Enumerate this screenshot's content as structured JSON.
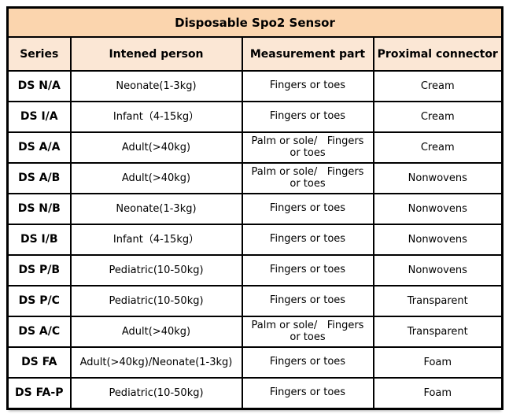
{
  "title": "Disposable Spo2 Sensor",
  "colors": {
    "title_bg": "#FBD5AE",
    "header_bg": "#FBE7D5",
    "row_bg": "#FFFFFF",
    "border": "#000000",
    "text": "#000000"
  },
  "table": {
    "columns": [
      "Series",
      "Intened person",
      "Measurement part",
      "Proximal connector"
    ],
    "rows": [
      {
        "series": "DS N/A",
        "person": "Neonate(1-3kg)",
        "measurement": "Fingers or toes",
        "connector": "Cream"
      },
      {
        "series": "DS I/A",
        "person": "Infant（4-15kg）",
        "measurement": "Fingers or toes",
        "connector": "Cream"
      },
      {
        "series": "DS A/A",
        "person": "Adult(>40kg)",
        "measurement": "Palm or sole/   Fingers\nor toes",
        "connector": "Cream"
      },
      {
        "series": "DS A/B",
        "person": "Adult(>40kg)",
        "measurement": "Palm or sole/   Fingers\nor toes",
        "connector": "Nonwovens"
      },
      {
        "series": "DS N/B",
        "person": "Neonate(1-3kg)",
        "measurement": "Fingers or toes",
        "connector": "Nonwovens"
      },
      {
        "series": "DS I/B",
        "person": "Infant（4-15kg）",
        "measurement": "Fingers or toes",
        "connector": "Nonwovens"
      },
      {
        "series": "DS P/B",
        "person": "Pediatric(10-50kg)",
        "measurement": "Fingers or toes",
        "connector": "Nonwovens"
      },
      {
        "series": "DS P/C",
        "person": "Pediatric(10-50kg)",
        "measurement": "Fingers or toes",
        "connector": "Transparent"
      },
      {
        "series": "DS A/C",
        "person": "Adult(>40kg)",
        "measurement": "Palm or sole/   Fingers\nor toes",
        "connector": "Transparent"
      },
      {
        "series": "DS FA",
        "person": "Adult(>40kg)/Neonate(1-3kg)",
        "measurement": "Fingers or toes",
        "connector": "Foam"
      },
      {
        "series": "DS FA-P",
        "person": "Pediatric(10-50kg)",
        "measurement": "Fingers or toes",
        "connector": "Foam"
      }
    ]
  }
}
